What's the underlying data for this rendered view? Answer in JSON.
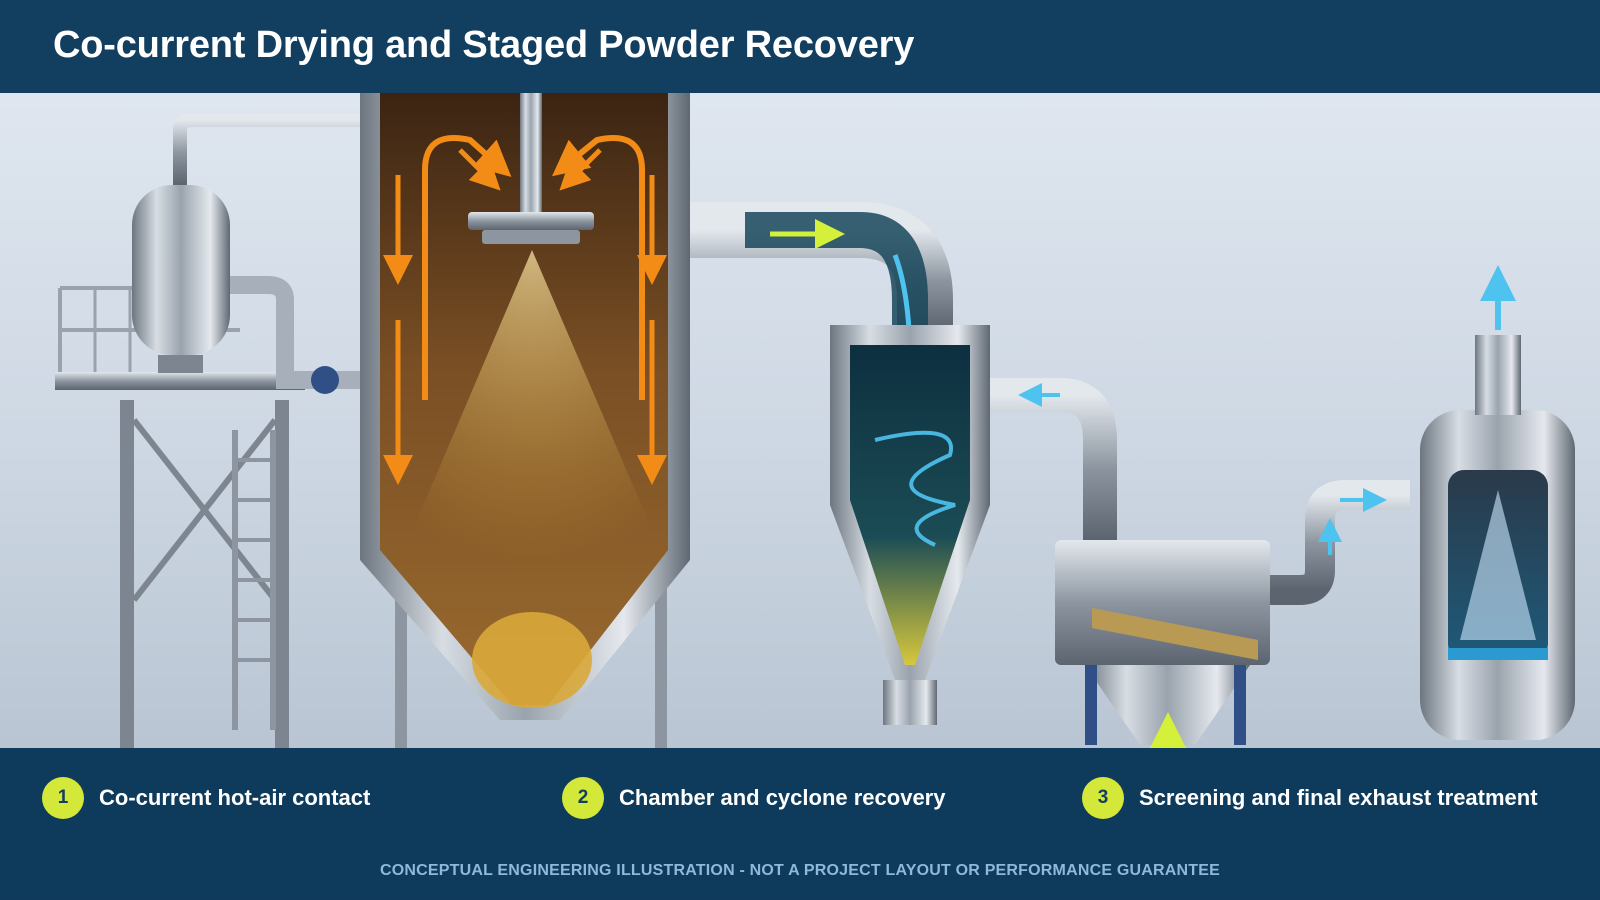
{
  "header": {
    "title": "Co-current Drying and Staged Powder Recovery"
  },
  "steps": [
    {
      "number": "1",
      "label": "Co-current hot-air contact"
    },
    {
      "number": "2",
      "label": "Chamber and cyclone recovery"
    },
    {
      "number": "3",
      "label": "Screening and final exhaust treatment"
    }
  ],
  "disclaimer": "CONCEPTUAL ENGINEERING ILLUSTRATION - NOT A PROJECT LAYOUT OR PERFORMANCE GUARANTEE",
  "colors": {
    "header_bg": "#123e5f",
    "badge": "#d4e83a",
    "hot_air_arrow": "#f28c16",
    "exhaust_arrow": "#4fc3f0",
    "powder": "#e2b23c",
    "steel": "#9aa3ad"
  },
  "illustration": {
    "components": [
      "hot-air-heater-platform",
      "spray-drying-chamber",
      "atomizer-nozzle",
      "cyclone-separator",
      "vibrating-screen",
      "wet-scrubber",
      "exhaust-stack"
    ]
  }
}
